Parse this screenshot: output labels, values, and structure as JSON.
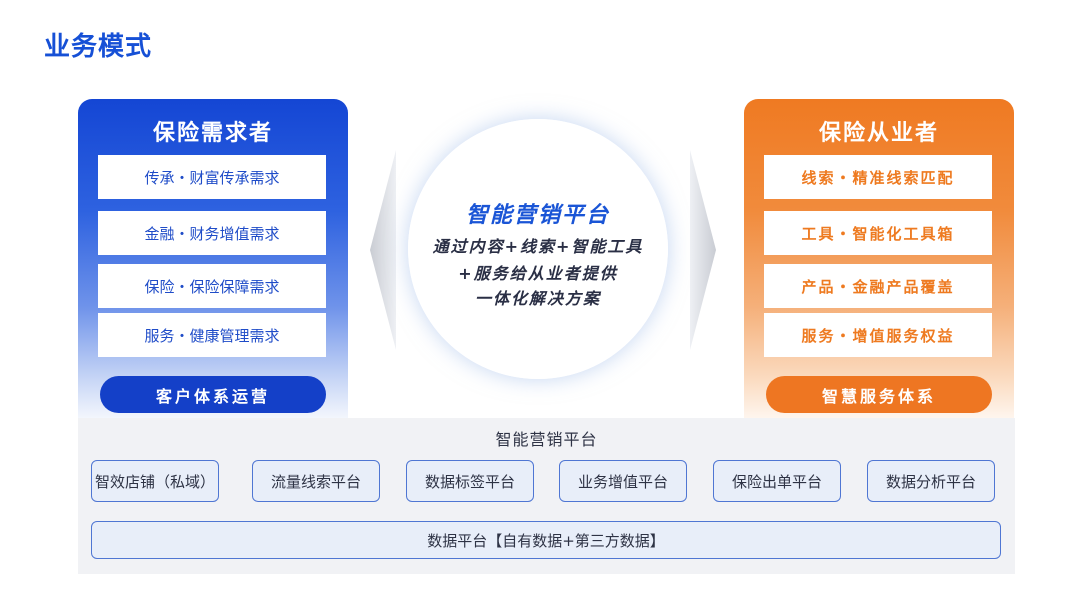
{
  "page_title": "业务模式",
  "left_panel": {
    "title": "保险需求者",
    "items": [
      "传承・财富传承需求",
      "金融・财务增值需求",
      "保险・保险保障需求",
      "服务・健康管理需求"
    ],
    "pill": "客户体系运营",
    "color": "#1446d4"
  },
  "right_panel": {
    "title": "保险从业者",
    "items": [
      "线索・精准线索匹配",
      "工具・智能化工具箱",
      "产品・金融产品覆盖",
      "服务・增值服务权益"
    ],
    "pill": "智慧服务体系",
    "color": "#ef7a22"
  },
  "center": {
    "title": "智能营销平台",
    "lines": [
      "通过内容+线索+智能工具",
      "+服务给从业者提供",
      "一体化解决方案"
    ]
  },
  "platform": {
    "title": "智能营销平台",
    "modules": [
      "智效店铺（私域）",
      "流量线索平台",
      "数据标签平台",
      "业务增值平台",
      "保险出单平台",
      "数据分析平台"
    ],
    "data_bar": "数据平台【自有数据+第三方数据】"
  }
}
